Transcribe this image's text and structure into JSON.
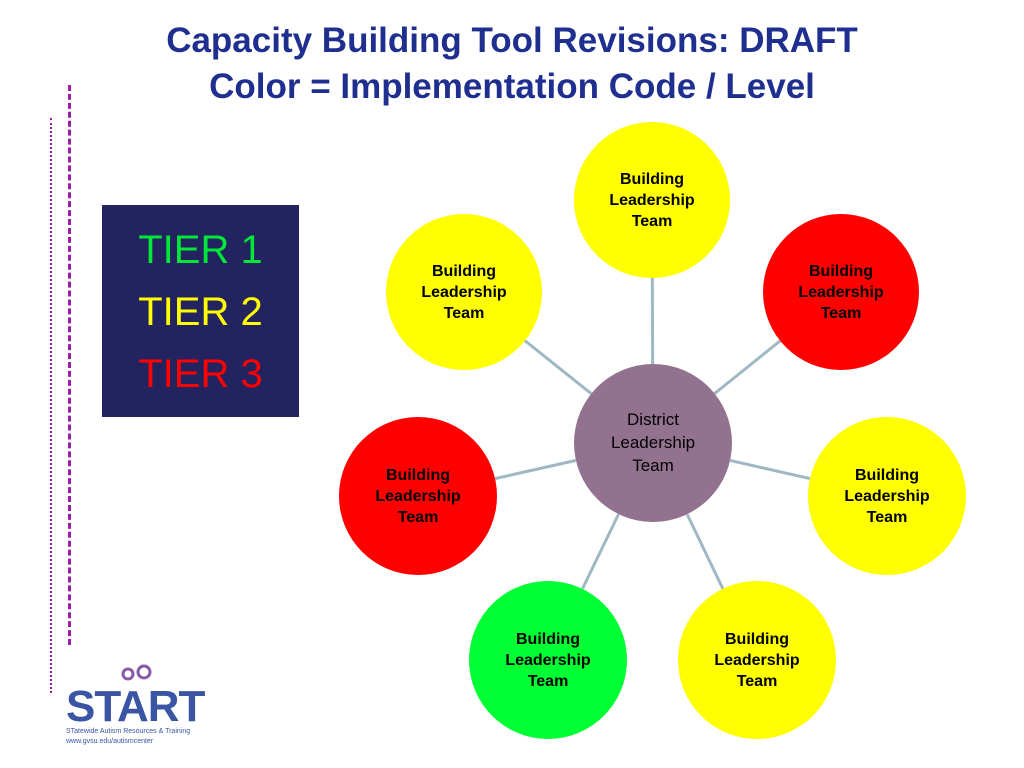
{
  "title": {
    "line1": "Capacity Building Tool Revisions:  DRAFT",
    "line2": "Color = Implementation Code / Level"
  },
  "legend": {
    "tiers": [
      {
        "label": "TIER 1",
        "color": "#00e639"
      },
      {
        "label": "TIER 2",
        "color": "#ffff00"
      },
      {
        "label": "TIER 3",
        "color": "#ff0000"
      }
    ]
  },
  "diagram": {
    "hub": {
      "lines": [
        "District",
        "Leadership",
        "Team"
      ],
      "color": "#93728f"
    },
    "nodes": [
      {
        "lines": [
          "Building",
          "Leadership",
          "Team"
        ],
        "tier": 2
      },
      {
        "lines": [
          "Building",
          "Leadership",
          "Team"
        ],
        "tier": 3
      },
      {
        "lines": [
          "Building",
          "Leadership",
          "Team"
        ],
        "tier": 2
      },
      {
        "lines": [
          "Building",
          "Leadership",
          "Team"
        ],
        "tier": 2
      },
      {
        "lines": [
          "Building",
          "Leadership",
          "Team"
        ],
        "tier": 1
      },
      {
        "lines": [
          "Building",
          "Leadership",
          "Team"
        ],
        "tier": 3
      },
      {
        "lines": [
          "Building",
          "Leadership",
          "Team"
        ],
        "tier": 2
      }
    ],
    "node_colors": {
      "1": "#00ff33",
      "2": "#ffff00",
      "3": "#ff0000"
    },
    "connector_color": "#9fb8c4"
  },
  "logo": {
    "word": "START",
    "subtitle": "STatewide Autism Resources & Training",
    "url": "www.gvsu.edu/autismcenter",
    "icon": "people-figures-icon"
  }
}
